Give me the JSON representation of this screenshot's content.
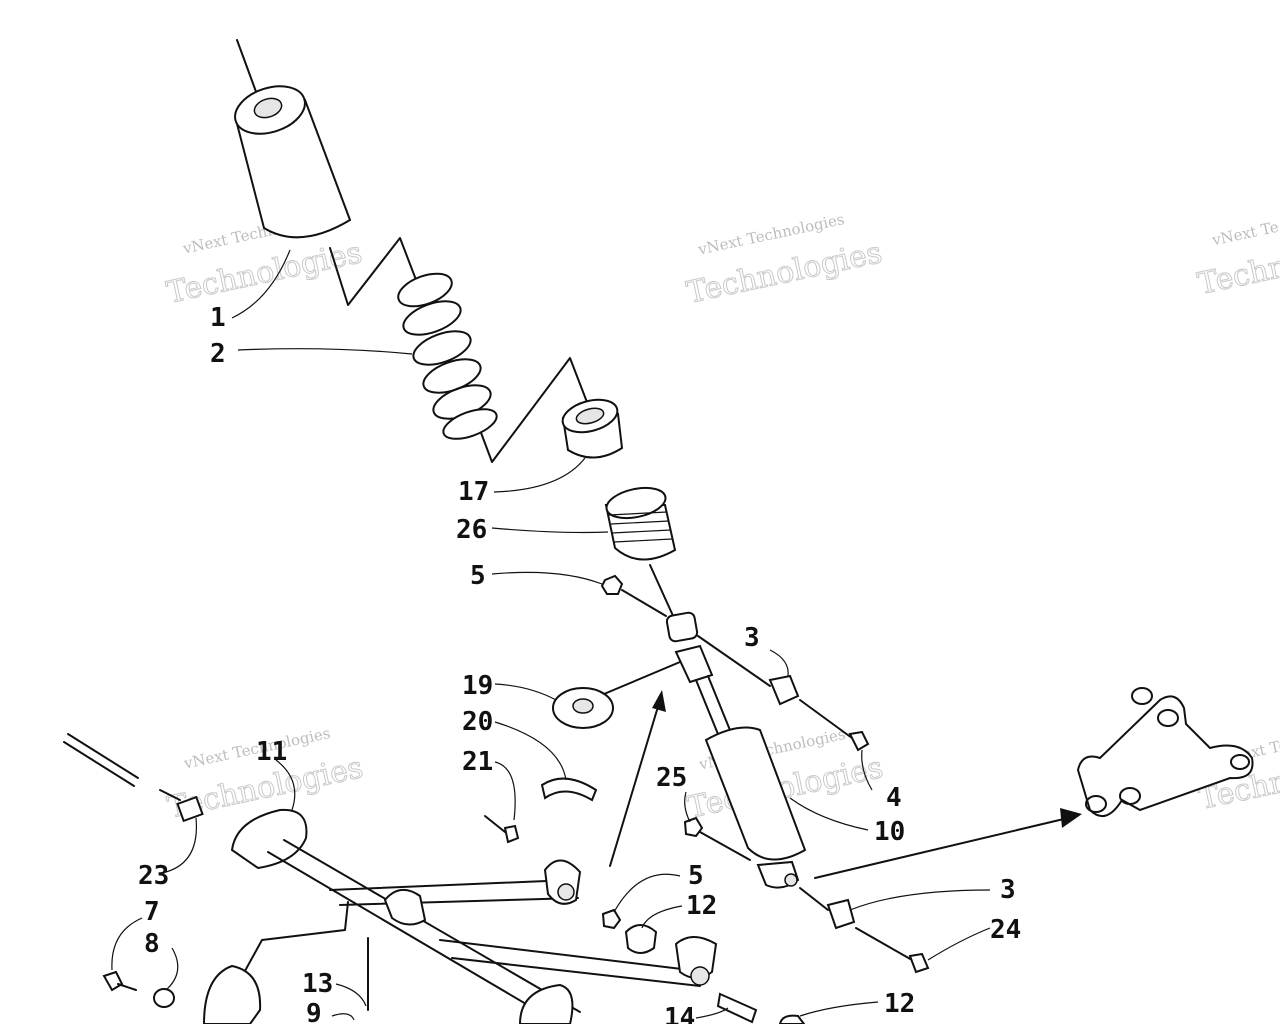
{
  "diagram": {
    "callouts": [
      "1",
      "2",
      "17",
      "26",
      "5",
      "3",
      "4",
      "19",
      "20",
      "21",
      "25",
      "10",
      "11",
      "23",
      "5",
      "12",
      "3",
      "24",
      "7",
      "8",
      "13",
      "9",
      "14",
      "12"
    ],
    "watermarks": [
      {
        "line1": "vNext Technologies",
        "line2": "Technologies"
      },
      {
        "line1": "vNext Technologies",
        "line2": "Technologies"
      },
      {
        "line1": "vNext Te",
        "line2": "Techn"
      },
      {
        "line1": "vNext Technologies",
        "line2": "Technologies"
      },
      {
        "line1": "vNext Technologies",
        "line2": "Technologies"
      },
      {
        "line1": "vNext Te",
        "line2": "Techn"
      }
    ]
  }
}
